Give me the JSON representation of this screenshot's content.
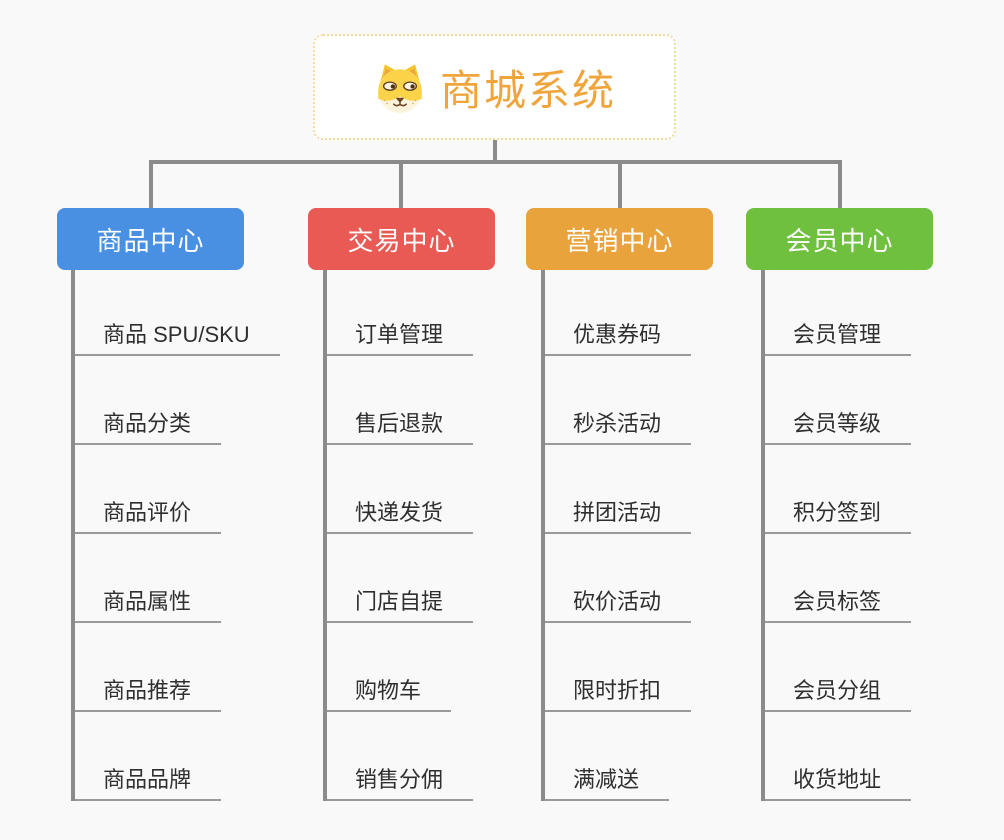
{
  "root": {
    "title": "商城系统",
    "icon": "dog-icon"
  },
  "branches": [
    {
      "id": "product",
      "label": "商品中心",
      "color": "#4a90e2",
      "children": [
        "商品 SPU/SKU",
        "商品分类",
        "商品评价",
        "商品属性",
        "商品推荐",
        "商品品牌"
      ]
    },
    {
      "id": "trade",
      "label": "交易中心",
      "color": "#e85a53",
      "children": [
        "订单管理",
        "售后退款",
        "快递发货",
        "门店自提",
        "购物车",
        "销售分佣"
      ]
    },
    {
      "id": "marketing",
      "label": "营销中心",
      "color": "#e9a33c",
      "children": [
        "优惠券码",
        "秒杀活动",
        "拼团活动",
        "砍价活动",
        "限时折扣",
        "满减送"
      ]
    },
    {
      "id": "member",
      "label": "会员中心",
      "color": "#70c040",
      "children": [
        "会员管理",
        "会员等级",
        "积分签到",
        "会员标签",
        "会员分组",
        "收货地址"
      ]
    }
  ],
  "colors": {
    "background": "#f9f9f9",
    "connector": "#8b8b8b",
    "underline": "#9a9a9a",
    "item_text": "#2f2f2f",
    "root_text": "#f0a53c",
    "root_border": "#f5d9a1",
    "root_bg": "#ffffff"
  }
}
